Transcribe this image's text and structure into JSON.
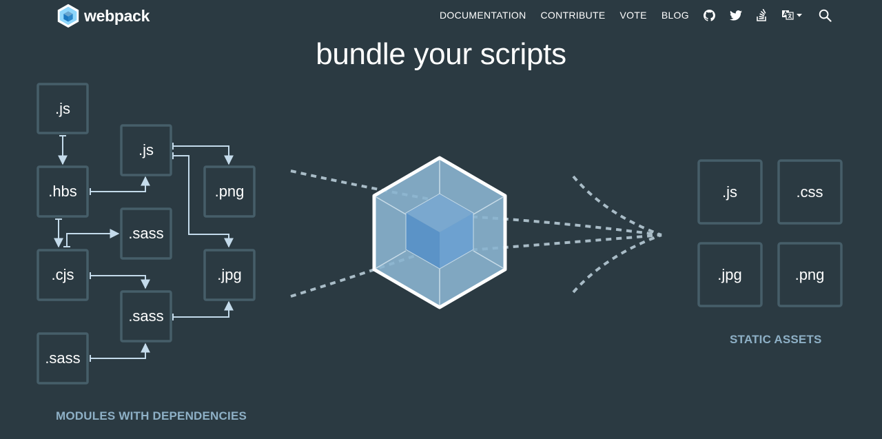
{
  "header": {
    "logo_text": "webpack",
    "nav": [
      "DOCUMENTATION",
      "CONTRIBUTE",
      "VOTE",
      "BLOG"
    ],
    "icons": [
      "github-icon",
      "twitter-icon",
      "stackoverflow-icon",
      "language-icon",
      "search-icon"
    ]
  },
  "hero": {
    "title": "bundle your scripts"
  },
  "modules": {
    "label": "MODULES WITH DEPENDENCIES",
    "files": [
      ".js",
      ".js",
      ".hbs",
      ".png",
      ".sass",
      ".cjs",
      ".jpg",
      ".sass",
      ".sass"
    ]
  },
  "assets": {
    "label": "STATIC ASSETS",
    "files": [
      ".js",
      ".css",
      ".jpg",
      ".png"
    ]
  },
  "colors": {
    "background": "#2b3a42",
    "box_border": "#465e69",
    "arrow": "#c4dbeb",
    "label": "#8eb0c6",
    "cube_light": "#8ed6fb",
    "cube_dark": "#1c78c0"
  }
}
